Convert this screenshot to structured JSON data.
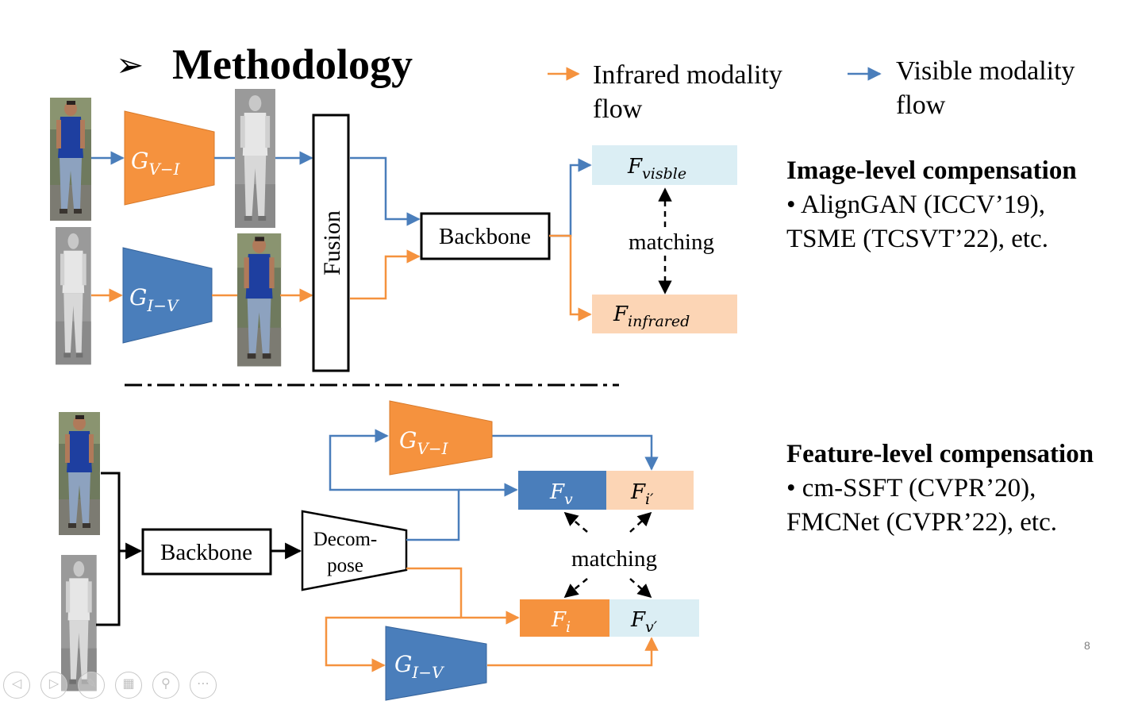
{
  "title": "Methodology",
  "title_bullet": "➢",
  "legend": {
    "infrared": {
      "label": "Infrared modality flow",
      "line1": "Infrared modality",
      "line2": "flow",
      "color": "#f5923e"
    },
    "visible": {
      "label": "Visible modality flow",
      "line1": "Visible modality",
      "line2": "flow",
      "color": "#4a7ebb"
    }
  },
  "top_diagram": {
    "generator_vi": "G_{V−I}",
    "generator_iv": "G_{I−V}",
    "fusion": "Fusion",
    "backbone": "Backbone",
    "feature_visible": "F_{visble}",
    "feature_infrared": "F_{infrared}",
    "matching": "matching"
  },
  "bottom_diagram": {
    "backbone": "Backbone",
    "decompose_line1": "Decom-",
    "decompose_line2": "pose",
    "generator_vi": "G_{V−I}",
    "generator_iv": "G_{I−V}",
    "feature_v": "F_v",
    "feature_i_prime": "F_{i'}",
    "feature_i": "F_i",
    "feature_v_prime": "F_{v'}",
    "matching": "matching"
  },
  "image_level": {
    "heading": "Image-level compensation",
    "line1": "• AlignGAN (ICCV’19),",
    "line2": "TSME (TCSVT’22), etc."
  },
  "feature_level": {
    "heading": "Feature-level compensation",
    "line1": "• cm-SSFT (CVPR’20),",
    "line2": "FMCNet (CVPR’22), etc."
  },
  "slide_number": "8",
  "colors": {
    "orange": "#f5923e",
    "blue": "#4a7ebb",
    "light_blue": "#dbeef4",
    "light_orange": "#fcd5b5",
    "person_shirt": "#1e3fa0",
    "infrared_gray": "#a6a6a6"
  },
  "nav_icons": [
    "prev-icon",
    "next-icon",
    "pen-icon",
    "slides-grid-icon",
    "zoom-icon",
    "more-icon"
  ]
}
